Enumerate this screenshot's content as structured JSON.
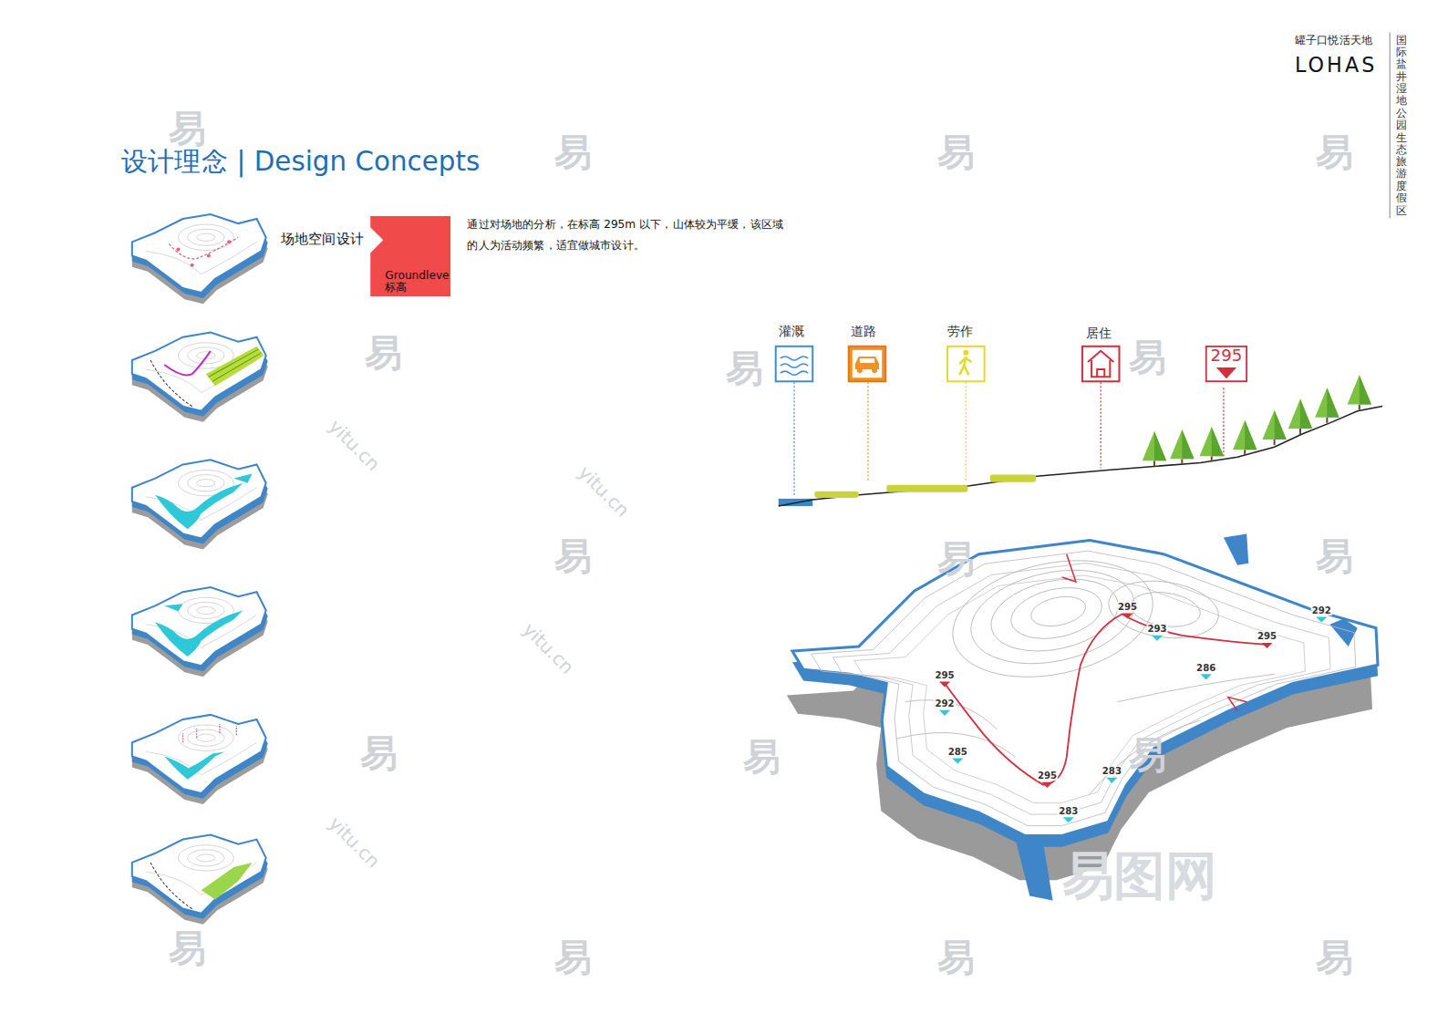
{
  "diagram": {
    "title": "设计理念 | Design Concepts",
    "nodes": [
      {
        "text": [
          "Groundleve 标高"
        ]
      },
      {
        "text": [
          "295"
        ]
      }
    ],
    "labels": [
      "罐子口悦活天地",
      "LOHAS",
      "国际盐井湿地公园生态旅游度假区",
      "场地空间设计",
      "通过对场地的分析，在标高 295m 以下，山体较为平缓，该区域的人为活动频繁，适宜做城市设计。",
      "灌溉",
      "道路",
      "劳作",
      "居住",
      "295",
      "293",
      "295",
      "292",
      "286",
      "295",
      "292",
      "285",
      "295",
      "283",
      "283",
      "易",
      "易",
      "易",
      "易",
      "易",
      "易",
      "易",
      "易",
      "易",
      "易",
      "易",
      "易",
      "易",
      "易",
      "易",
      "易",
      "易",
      "易图网",
      "yitu.cn",
      "yitu.cn",
      "yitu.cn",
      "yitu.cn"
    ]
  }
}
